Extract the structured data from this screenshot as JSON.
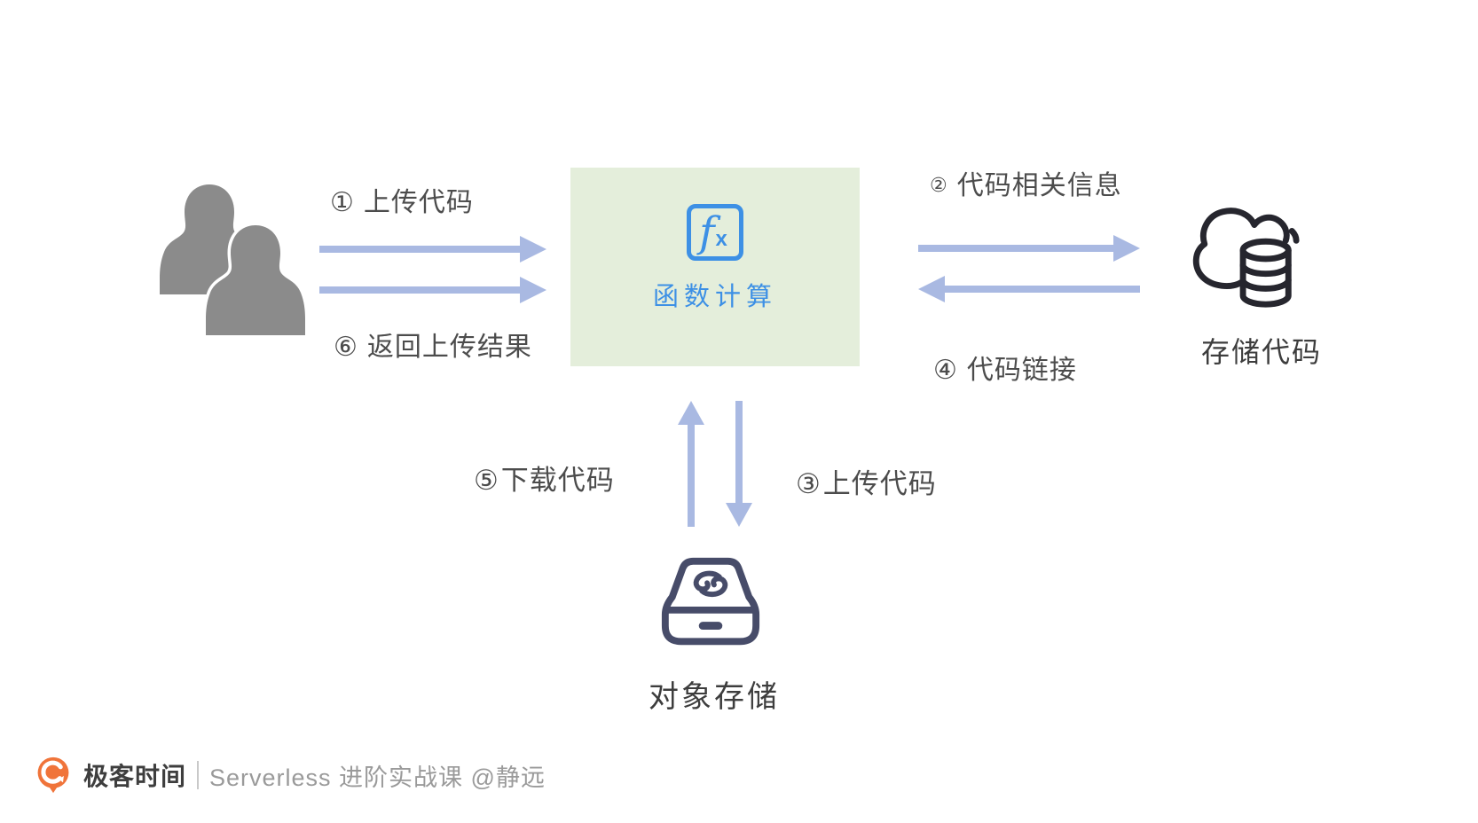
{
  "nodes": {
    "function_compute": {
      "label": "函数计算",
      "icon_f": "f",
      "icon_x": "x"
    },
    "code_storage": {
      "label": "存储代码"
    },
    "object_storage": {
      "label": "对象存储"
    }
  },
  "steps": [
    {
      "num": "①",
      "text": "上传代码"
    },
    {
      "num": "②",
      "text": "代码相关信息"
    },
    {
      "num": "③",
      "text": "上传代码"
    },
    {
      "num": "④",
      "text": "代码链接"
    },
    {
      "num": "⑤",
      "text": "下载代码"
    },
    {
      "num": "⑥",
      "text": "返回上传结果"
    }
  ],
  "footer": {
    "brand": "极客时间",
    "course": "Serverless 进阶实战课 @静远"
  },
  "colors": {
    "arrow": "#a9b9e2",
    "box-green": "#e4eedb",
    "blue": "#3d90e5",
    "label": "#4c4c4c",
    "dark-label": "#3d3d3d",
    "users-gray": "#8b8b8b",
    "cloud-ink": "#26262e",
    "device-ink": "#474c69",
    "brand-orange": "#f0743a",
    "brand-text": "#3e3e3e",
    "footer-text": "#9a9a9a"
  }
}
